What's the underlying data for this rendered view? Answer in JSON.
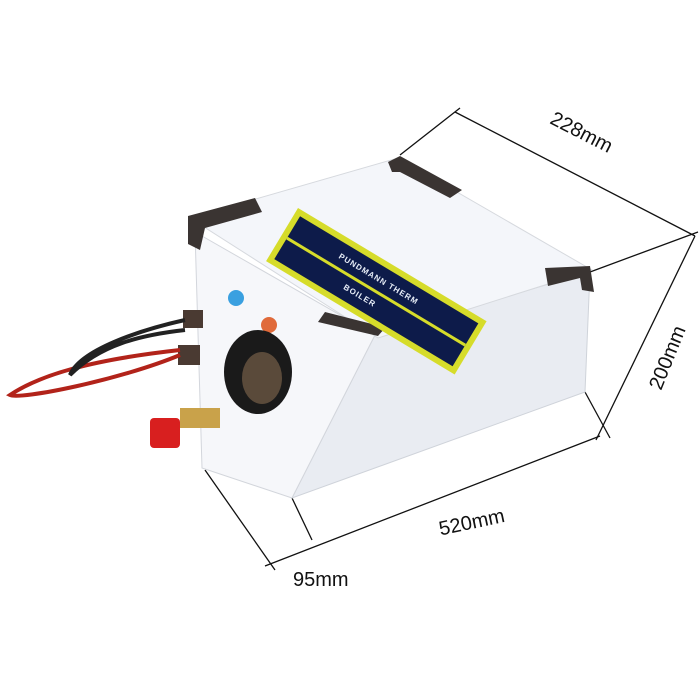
{
  "product": {
    "label_title": "PUNDMANN THERM",
    "label_subtitle": "BOILER",
    "label_bg_color": "#0d1b4a",
    "label_stripe_color": "#d6dc2a",
    "body_color": "#f2f4f8",
    "corner_color": "#3a3432"
  },
  "dimensions": {
    "depth": "228mm",
    "height": "200mm",
    "length": "520mm",
    "offset": "95mm"
  }
}
